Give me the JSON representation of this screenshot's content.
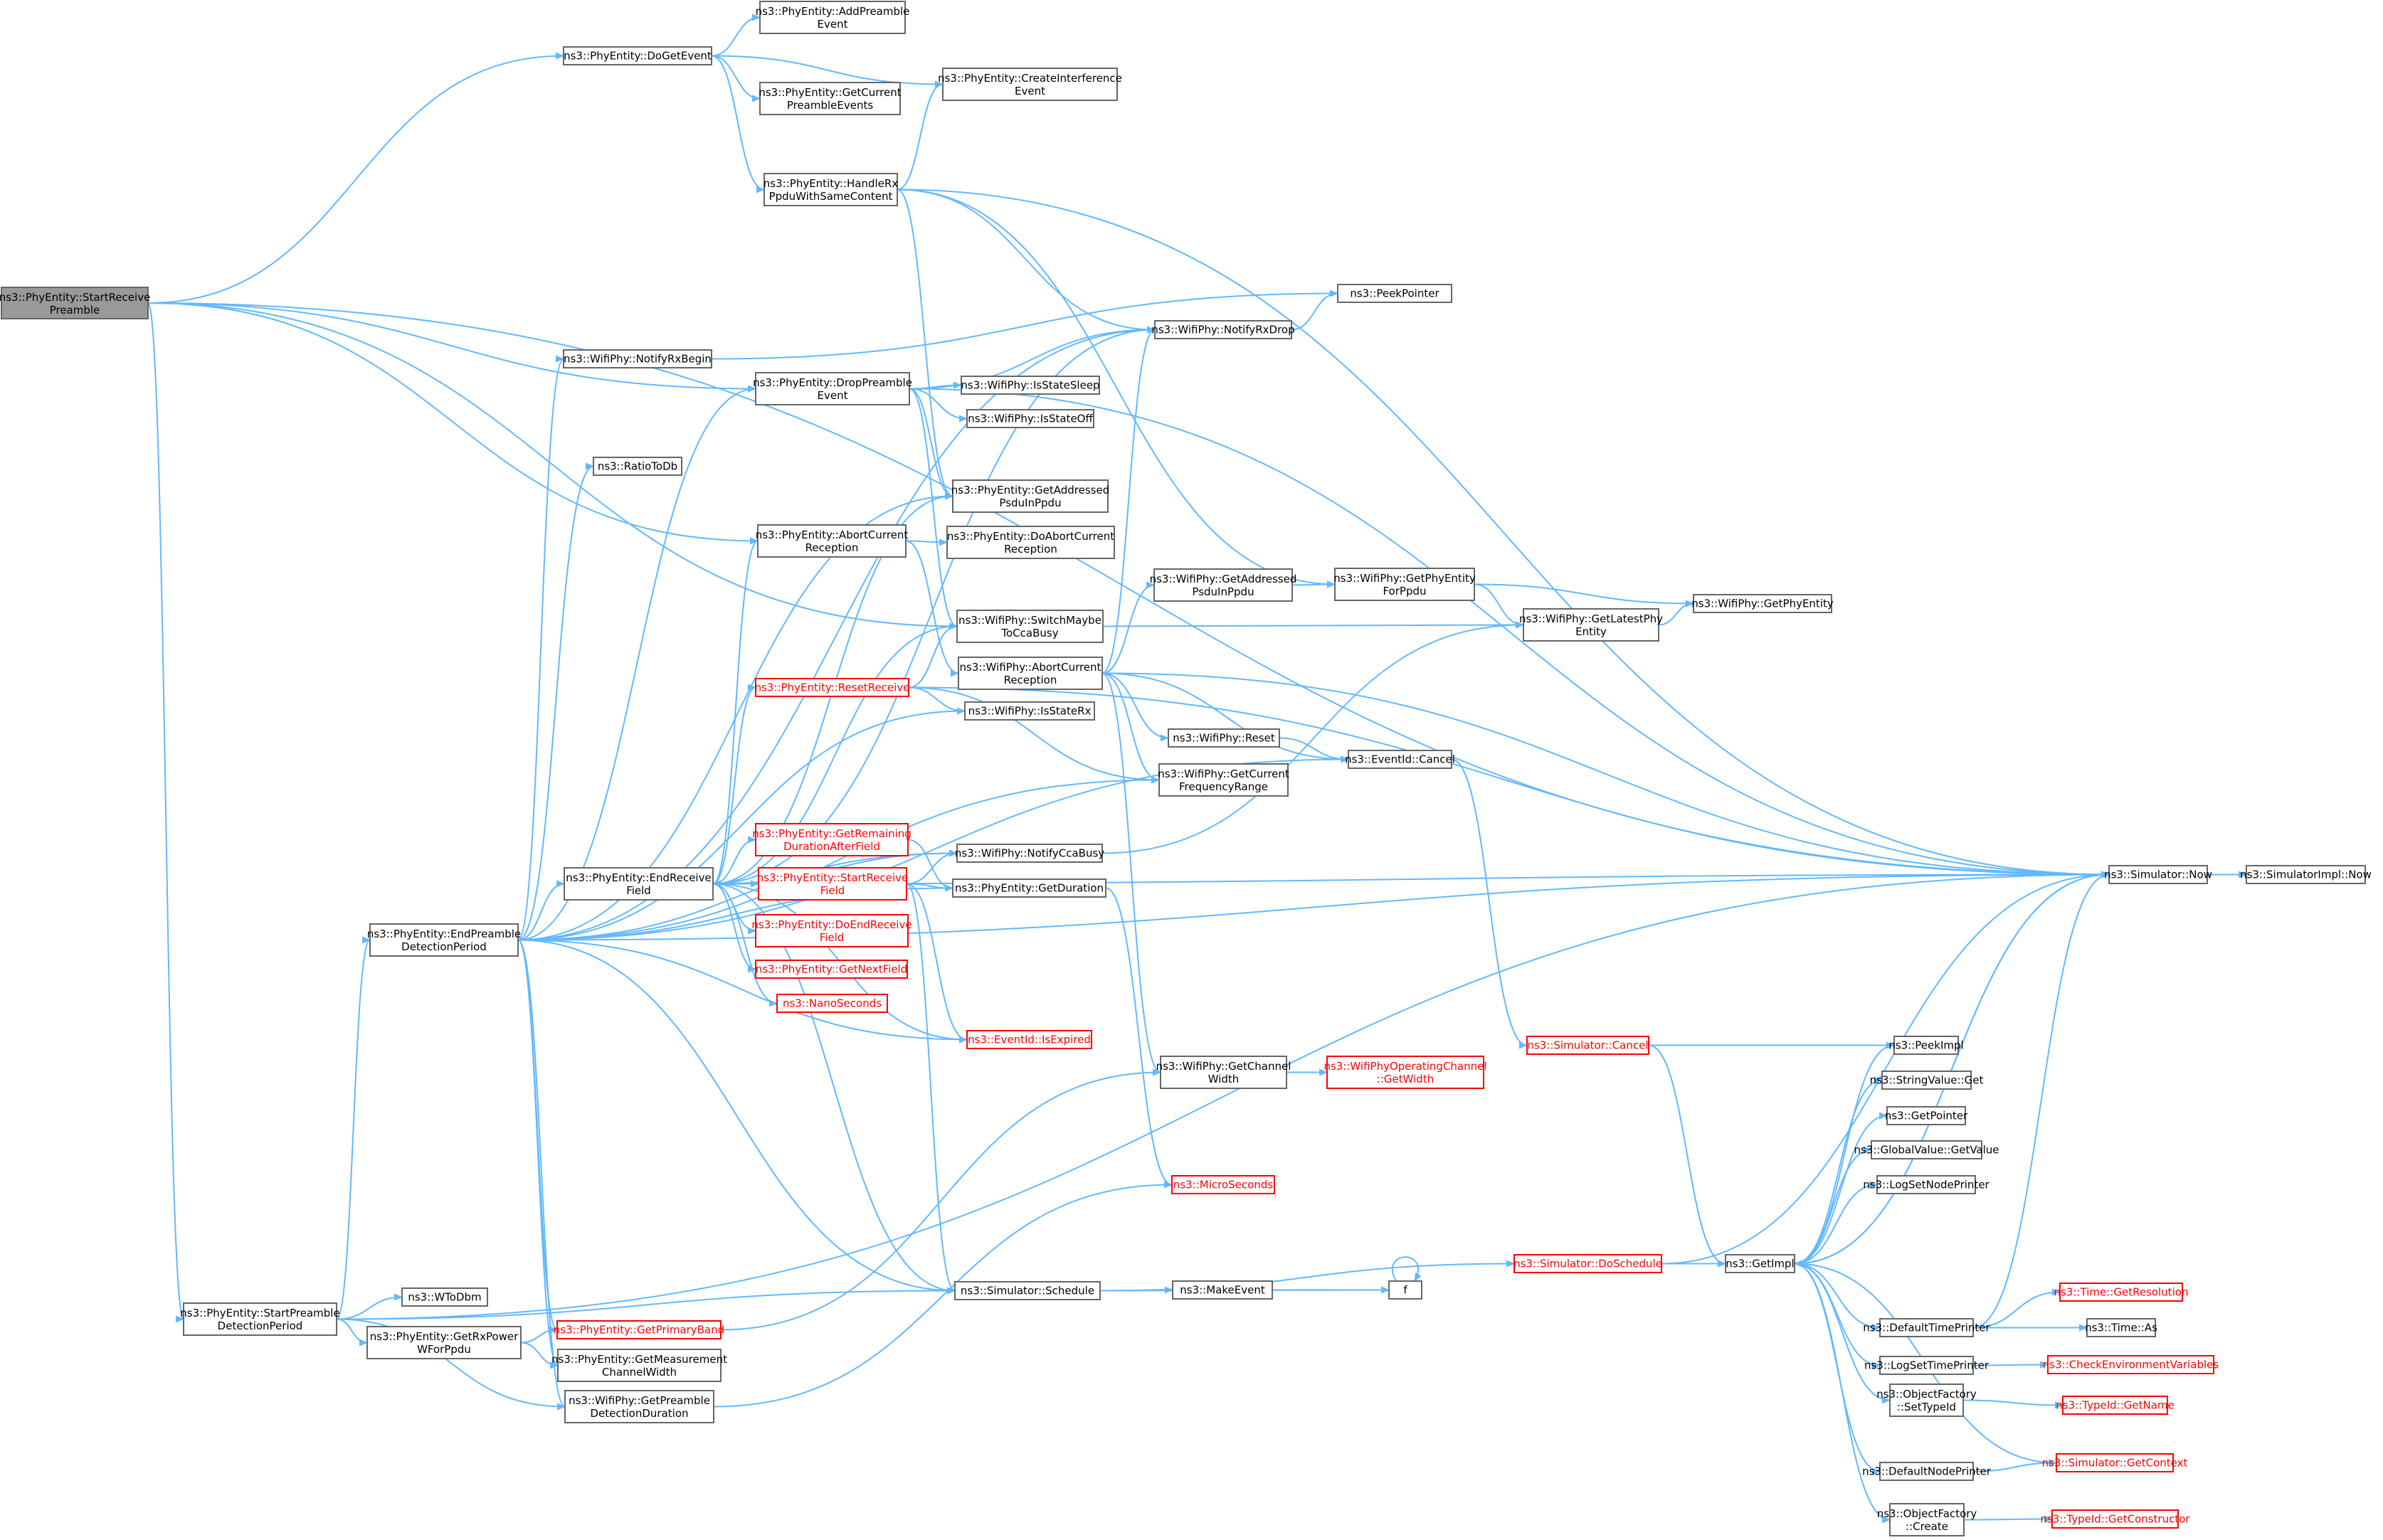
{
  "colors": {
    "edge": "#63b8ff",
    "node_border": "#666666",
    "node_border_red": "#ff0000",
    "start_fill": "#999999"
  },
  "nodes": [
    {
      "id": "start",
      "lines": [
        "ns3::PhyEntity::StartReceive",
        "Preamble"
      ],
      "kind": "start"
    },
    {
      "id": "doget",
      "lines": [
        "ns3::PhyEntity::DoGetEvent"
      ],
      "kind": "normal"
    },
    {
      "id": "addpre",
      "lines": [
        "ns3::PhyEntity::AddPreamble",
        "Event"
      ],
      "kind": "normal"
    },
    {
      "id": "getcurpre",
      "lines": [
        "ns3::PhyEntity::GetCurrent",
        "PreambleEvents"
      ],
      "kind": "normal"
    },
    {
      "id": "createint",
      "lines": [
        "ns3::PhyEntity::CreateInterference",
        "Event"
      ],
      "kind": "normal"
    },
    {
      "id": "handlerx",
      "lines": [
        "ns3::PhyEntity::HandleRx",
        "PpduWithSameContent"
      ],
      "kind": "normal"
    },
    {
      "id": "peekptr",
      "lines": [
        "ns3::PeekPointer"
      ],
      "kind": "normal"
    },
    {
      "id": "notifyrxdrop",
      "lines": [
        "ns3::WifiPhy::NotifyRxDrop"
      ],
      "kind": "normal"
    },
    {
      "id": "notifyrxbegin",
      "lines": [
        "ns3::WifiPhy::NotifyRxBegin"
      ],
      "kind": "normal"
    },
    {
      "id": "droppre",
      "lines": [
        "ns3::PhyEntity::DropPreamble",
        "Event"
      ],
      "kind": "normal"
    },
    {
      "id": "isstatesleep",
      "lines": [
        "ns3::WifiPhy::IsStateSleep"
      ],
      "kind": "normal"
    },
    {
      "id": "isstateoff",
      "lines": [
        "ns3::WifiPhy::IsStateOff"
      ],
      "kind": "normal"
    },
    {
      "id": "ratiotodb",
      "lines": [
        "ns3::RatioToDb"
      ],
      "kind": "normal"
    },
    {
      "id": "getaddrpsdu",
      "lines": [
        "ns3::PhyEntity::GetAddressed",
        "PsduInPpdu"
      ],
      "kind": "normal"
    },
    {
      "id": "abortcur",
      "lines": [
        "ns3::PhyEntity::AbortCurrent",
        "Reception"
      ],
      "kind": "normal"
    },
    {
      "id": "doabortcur",
      "lines": [
        "ns3::PhyEntity::DoAbortCurrent",
        "Reception"
      ],
      "kind": "normal"
    },
    {
      "id": "wgetaddrpsdu",
      "lines": [
        "ns3::WifiPhy::GetAddressed",
        "PsduInPpdu"
      ],
      "kind": "normal"
    },
    {
      "id": "getphyent4ppdu",
      "lines": [
        "ns3::WifiPhy::GetPhyEntity",
        "ForPpdu"
      ],
      "kind": "normal"
    },
    {
      "id": "getphyent",
      "lines": [
        "ns3::WifiPhy::GetPhyEntity"
      ],
      "kind": "normal"
    },
    {
      "id": "getlatestphy",
      "lines": [
        "ns3::WifiPhy::GetLatestPhy",
        "Entity"
      ],
      "kind": "normal"
    },
    {
      "id": "switchcca",
      "lines": [
        "ns3::WifiPhy::SwitchMaybe",
        "ToCcaBusy"
      ],
      "kind": "normal"
    },
    {
      "id": "wabortcur",
      "lines": [
        "ns3::WifiPhy::AbortCurrent",
        "Reception"
      ],
      "kind": "normal"
    },
    {
      "id": "resetrecv",
      "lines": [
        "ns3::PhyEntity::ResetReceive"
      ],
      "kind": "red"
    },
    {
      "id": "isstaterx",
      "lines": [
        "ns3::WifiPhy::IsStateRx"
      ],
      "kind": "normal"
    },
    {
      "id": "wreset",
      "lines": [
        "ns3::WifiPhy::Reset"
      ],
      "kind": "normal"
    },
    {
      "id": "eventcancel",
      "lines": [
        "ns3::EventId::Cancel"
      ],
      "kind": "normal"
    },
    {
      "id": "getcurfreq",
      "lines": [
        "ns3::WifiPhy::GetCurrent",
        "FrequencyRange"
      ],
      "kind": "normal"
    },
    {
      "id": "getremain",
      "lines": [
        "ns3::PhyEntity::GetRemaining",
        "DurationAfterField"
      ],
      "kind": "red"
    },
    {
      "id": "notifycca",
      "lines": [
        "ns3::WifiPhy::NotifyCcaBusy"
      ],
      "kind": "normal"
    },
    {
      "id": "endrecv",
      "lines": [
        "ns3::PhyEntity::EndReceive",
        "Field"
      ],
      "kind": "normal"
    },
    {
      "id": "startrecvf",
      "lines": [
        "ns3::PhyEntity::StartReceive",
        "Field"
      ],
      "kind": "red"
    },
    {
      "id": "getduration",
      "lines": [
        "ns3::PhyEntity::GetDuration"
      ],
      "kind": "normal"
    },
    {
      "id": "simnow",
      "lines": [
        "ns3::Simulator::Now"
      ],
      "kind": "normal"
    },
    {
      "id": "simimplnow",
      "lines": [
        "ns3::SimulatorImpl::Now"
      ],
      "kind": "normal"
    },
    {
      "id": "doendrecv",
      "lines": [
        "ns3::PhyEntity::DoEndReceive",
        "Field"
      ],
      "kind": "red"
    },
    {
      "id": "endpredet",
      "lines": [
        "ns3::PhyEntity::EndPreamble",
        "DetectionPeriod"
      ],
      "kind": "normal"
    },
    {
      "id": "getnextfield",
      "lines": [
        "ns3::PhyEntity::GetNextField"
      ],
      "kind": "red"
    },
    {
      "id": "nanosec",
      "lines": [
        "ns3::NanoSeconds"
      ],
      "kind": "red"
    },
    {
      "id": "isexpired",
      "lines": [
        "ns3::EventId::IsExpired"
      ],
      "kind": "red"
    },
    {
      "id": "simcancel",
      "lines": [
        "ns3::Simulator::Cancel"
      ],
      "kind": "red"
    },
    {
      "id": "peekimpl",
      "lines": [
        "ns3::PeekImpl"
      ],
      "kind": "normal"
    },
    {
      "id": "getchw",
      "lines": [
        "ns3::WifiPhy::GetChannel",
        "Width"
      ],
      "kind": "normal"
    },
    {
      "id": "opchw",
      "lines": [
        "ns3::WifiPhyOperatingChannel",
        "::GetWidth"
      ],
      "kind": "red"
    },
    {
      "id": "strvalget",
      "lines": [
        "ns3::StringValue::Get"
      ],
      "kind": "normal"
    },
    {
      "id": "getpointer",
      "lines": [
        "ns3::GetPointer"
      ],
      "kind": "normal"
    },
    {
      "id": "globalget",
      "lines": [
        "ns3::GlobalValue::GetValue"
      ],
      "kind": "normal"
    },
    {
      "id": "microsec",
      "lines": [
        "ns3::MicroSeconds"
      ],
      "kind": "red"
    },
    {
      "id": "logsetnode",
      "lines": [
        "ns3::LogSetNodePrinter"
      ],
      "kind": "normal"
    },
    {
      "id": "simdosched",
      "lines": [
        "ns3::Simulator::DoSchedule"
      ],
      "kind": "red"
    },
    {
      "id": "getimpl",
      "lines": [
        "ns3::GetImpl"
      ],
      "kind": "normal"
    },
    {
      "id": "f",
      "lines": [
        "f"
      ],
      "kind": "normal"
    },
    {
      "id": "simsched",
      "lines": [
        "ns3::Simulator::Schedule"
      ],
      "kind": "normal"
    },
    {
      "id": "makeevent",
      "lines": [
        "ns3::MakeEvent"
      ],
      "kind": "normal"
    },
    {
      "id": "startpredet",
      "lines": [
        "ns3::PhyEntity::StartPreamble",
        "DetectionPeriod"
      ],
      "kind": "normal"
    },
    {
      "id": "wtodbm",
      "lines": [
        "ns3::WToDbm"
      ],
      "kind": "normal"
    },
    {
      "id": "timegetres",
      "lines": [
        "ns3::Time::GetResolution"
      ],
      "kind": "red"
    },
    {
      "id": "getrxpower",
      "lines": [
        "ns3::PhyEntity::GetRxPower",
        "WForPpdu"
      ],
      "kind": "normal"
    },
    {
      "id": "getprimband",
      "lines": [
        "ns3::PhyEntity::GetPrimaryBand"
      ],
      "kind": "red"
    },
    {
      "id": "deftimeprinter",
      "lines": [
        "ns3::DefaultTimePrinter"
      ],
      "kind": "normal"
    },
    {
      "id": "timeas",
      "lines": [
        "ns3::Time::As"
      ],
      "kind": "normal"
    },
    {
      "id": "getmeaschw",
      "lines": [
        "ns3::PhyEntity::GetMeasurement",
        "ChannelWidth"
      ],
      "kind": "normal"
    },
    {
      "id": "logsettime",
      "lines": [
        "ns3::LogSetTimePrinter"
      ],
      "kind": "normal"
    },
    {
      "id": "checkenv",
      "lines": [
        "ns3::CheckEnvironmentVariables"
      ],
      "kind": "red"
    },
    {
      "id": "getpredetdur",
      "lines": [
        "ns3::WifiPhy::GetPreamble",
        "DetectionDuration"
      ],
      "kind": "normal"
    },
    {
      "id": "objfsettid",
      "lines": [
        "ns3::ObjectFactory",
        "::SetTypeId"
      ],
      "kind": "normal"
    },
    {
      "id": "typeidgetname",
      "lines": [
        "ns3::TypeId::GetName"
      ],
      "kind": "red"
    },
    {
      "id": "simgetctx",
      "lines": [
        "ns3::Simulator::GetContext"
      ],
      "kind": "red"
    },
    {
      "id": "defnodeprinter",
      "lines": [
        "ns3::DefaultNodePrinter"
      ],
      "kind": "normal"
    },
    {
      "id": "objfcreate",
      "lines": [
        "ns3::ObjectFactory",
        "::Create"
      ],
      "kind": "normal"
    },
    {
      "id": "typeidgetctor",
      "lines": [
        "ns3::TypeId::GetConstructor"
      ],
      "kind": "red"
    }
  ]
}
